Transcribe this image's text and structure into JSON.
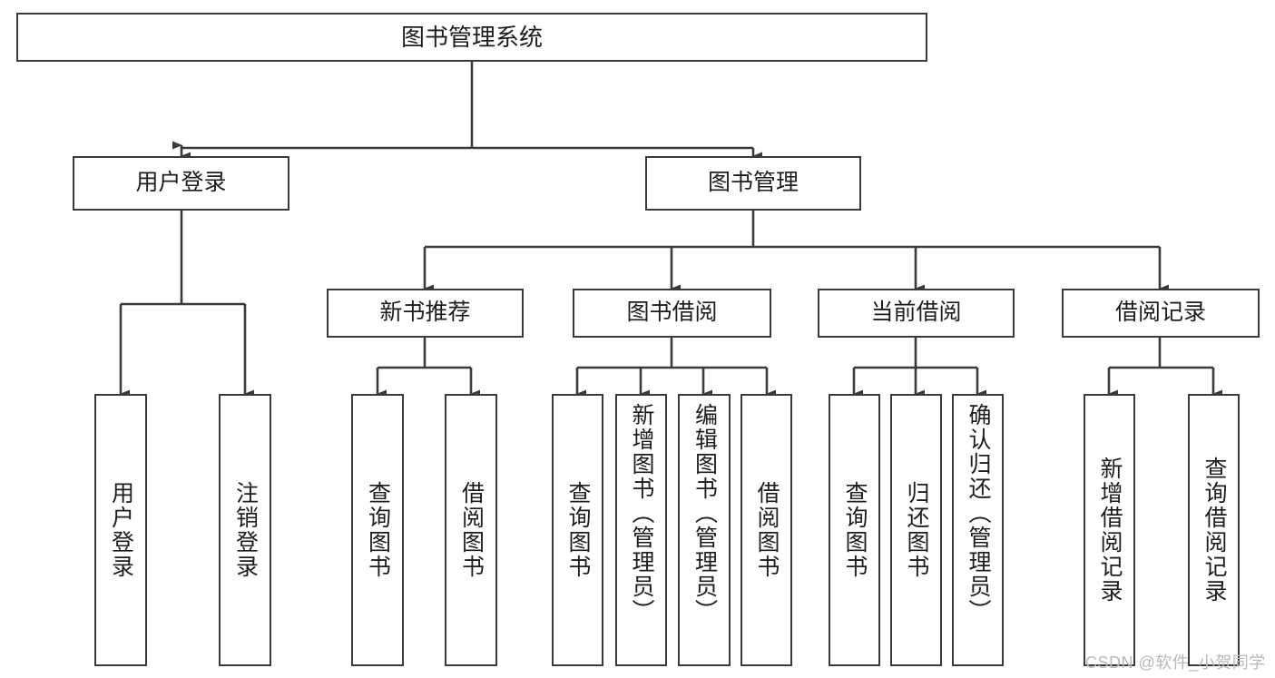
{
  "diagram": {
    "type": "hierarchy-tree",
    "title": "图书管理系统",
    "levels": {
      "root": {
        "label": "图书管理系统"
      },
      "level2": [
        {
          "label": "用户登录"
        },
        {
          "label": "图书管理"
        }
      ],
      "level3": [
        {
          "label": "新书推荐"
        },
        {
          "label": "图书借阅"
        },
        {
          "label": "当前借阅"
        },
        {
          "label": "借阅记录"
        }
      ],
      "leaves": [
        {
          "label": "用户登录"
        },
        {
          "label": "注销登录"
        },
        {
          "label": "查询图书"
        },
        {
          "label": "借阅图书"
        },
        {
          "label": "查询图书"
        },
        {
          "label": "新增图书（管理员）"
        },
        {
          "label": "编辑图书（管理员）"
        },
        {
          "label": "借阅图书"
        },
        {
          "label": "查询图书"
        },
        {
          "label": "归还图书"
        },
        {
          "label": "确认归还（管理员）"
        },
        {
          "label": "新增借阅记录"
        },
        {
          "label": "查询借阅记录"
        }
      ]
    },
    "colors": {
      "border": "#3a3a3a",
      "background": "#ffffff",
      "text": "#1d1d1d",
      "watermark": "#b8b8b8"
    }
  },
  "watermark": {
    "text": "CSDN @软件_小贺同学"
  }
}
